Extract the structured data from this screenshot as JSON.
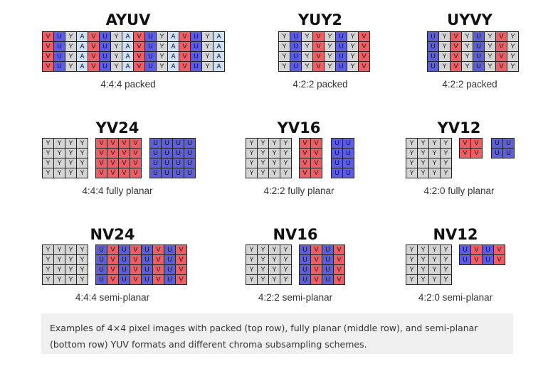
{
  "formats": [
    {
      "id": "ayuv",
      "title": "AYUV",
      "subtitle": "4:4:4 packed",
      "planes": [
        {
          "rows": [
            "VUYAVUYAVUYAVUYA",
            "VUYAVUYAVUYAVUYA",
            "VUYAVUYAVUYAVUYA",
            "VUYAVUYAVUYAVUYA"
          ]
        }
      ]
    },
    {
      "id": "yuy2",
      "title": "YUY2",
      "subtitle": "4:2:2 packed",
      "planes": [
        {
          "rows": [
            "YUYVYUYV",
            "YUYVYUYV",
            "YUYVYUYV",
            "YUYVYUYV"
          ]
        }
      ]
    },
    {
      "id": "uyvy",
      "title": "UYVY",
      "subtitle": "4:2:2 packed",
      "planes": [
        {
          "rows": [
            "UYVYUYVY",
            "UYVYUYVY",
            "UYVYUYVY",
            "UYVYUYVY"
          ]
        }
      ]
    },
    {
      "id": "yv24",
      "title": "YV24",
      "subtitle": "4:4:4 fully planar",
      "planes": [
        {
          "rows": [
            "YYYY",
            "YYYY",
            "YYYY",
            "YYYY"
          ]
        },
        {
          "rows": [
            "VVVV",
            "VVVV",
            "VVVV",
            "VVVV"
          ]
        },
        {
          "rows": [
            "UUUU",
            "UUUU",
            "UUUU",
            "UUUU"
          ]
        }
      ]
    },
    {
      "id": "yv16",
      "title": "YV16",
      "subtitle": "4:2:2 fully planar",
      "planes": [
        {
          "rows": [
            "YYYY",
            "YYYY",
            "YYYY",
            "YYYY"
          ]
        },
        {
          "rows": [
            "VV",
            "VV",
            "VV",
            "VV"
          ]
        },
        {
          "rows": [
            "UU",
            "UU",
            "UU",
            "UU"
          ]
        }
      ]
    },
    {
      "id": "yv12",
      "title": "YV12",
      "subtitle": "4:2:0 fully planar",
      "planes": [
        {
          "rows": [
            "YYYY",
            "YYYY",
            "YYYY",
            "YYYY"
          ]
        },
        {
          "rows": [
            "VV",
            "VV"
          ]
        },
        {
          "rows": [
            "UU",
            "UU"
          ]
        }
      ]
    },
    {
      "id": "nv24",
      "title": "NV24",
      "subtitle": "4:4:4 semi-planar",
      "planes": [
        {
          "rows": [
            "YYYY",
            "YYYY",
            "YYYY",
            "YYYY"
          ]
        },
        {
          "rows": [
            "UVUVUVUV",
            "UVUVUVUV",
            "UVUVUVUV",
            "UVUVUVUV"
          ]
        }
      ]
    },
    {
      "id": "nv16",
      "title": "NV16",
      "subtitle": "4:2:2 semi-planar",
      "planes": [
        {
          "rows": [
            "YYYY",
            "YYYY",
            "YYYY",
            "YYYY"
          ]
        },
        {
          "rows": [
            "UVUV",
            "UVUV",
            "UVUV",
            "UVUV"
          ]
        }
      ]
    },
    {
      "id": "nv12",
      "title": "NV12",
      "subtitle": "4:2:0 semi-planar",
      "planes": [
        {
          "rows": [
            "YYYY",
            "YYYY",
            "YYYY",
            "YYYY"
          ]
        },
        {
          "rows": [
            "UVUV",
            "UVUV"
          ]
        }
      ]
    }
  ],
  "caption": "Examples of 4×4 pixel images with packed (top row), fully planar (middle row), and semi-planar (bottom row) YUV formats and different chroma subsampling schemes.",
  "colors": {
    "Y": "#d4d4d4",
    "U": "#5d5de0",
    "V": "#ef5e64",
    "A": "#d4d4d4",
    "A_alt": "#cde0f4"
  }
}
